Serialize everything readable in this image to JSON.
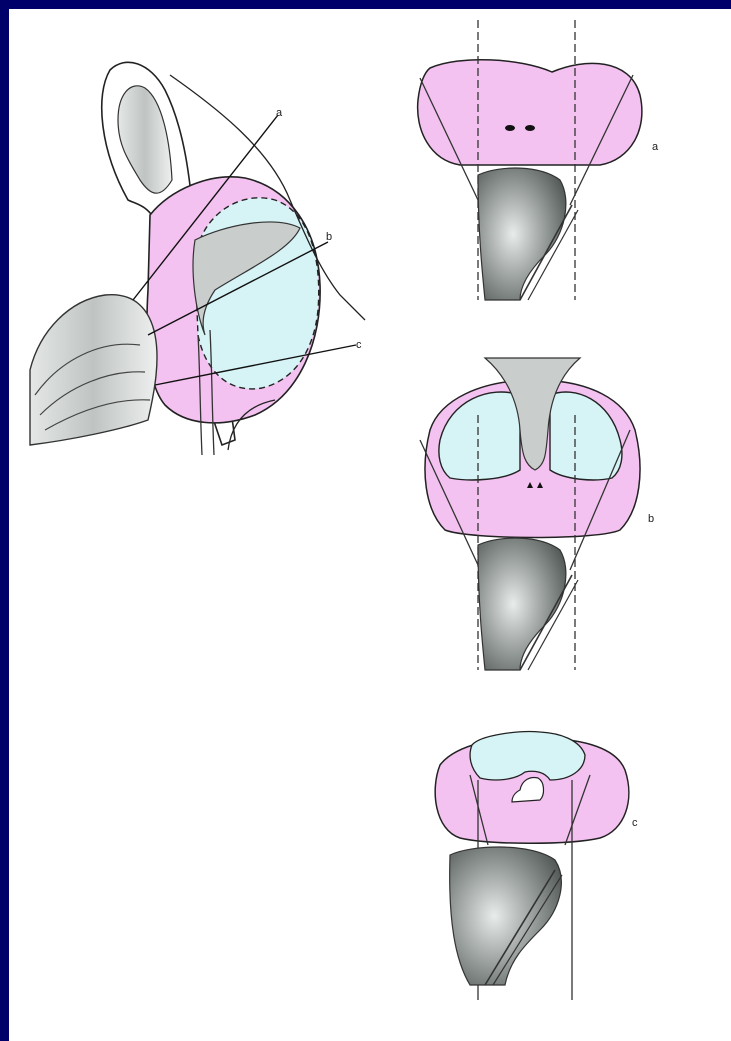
{
  "figure": {
    "colors": {
      "background": "#00006b",
      "panel": "#ffffff",
      "prostate": "#f4c2f0",
      "prostate_stroke": "#222222",
      "transition_zone": "#d6f3f6",
      "grey_tissue": "#c9cdcc",
      "dark_grey": "#6f7573"
    },
    "sagittal_view": {
      "section_labels": [
        "a",
        "b",
        "c"
      ]
    },
    "cross_sections": [
      {
        "label": "a"
      },
      {
        "label": "b"
      },
      {
        "label": "c"
      }
    ]
  }
}
